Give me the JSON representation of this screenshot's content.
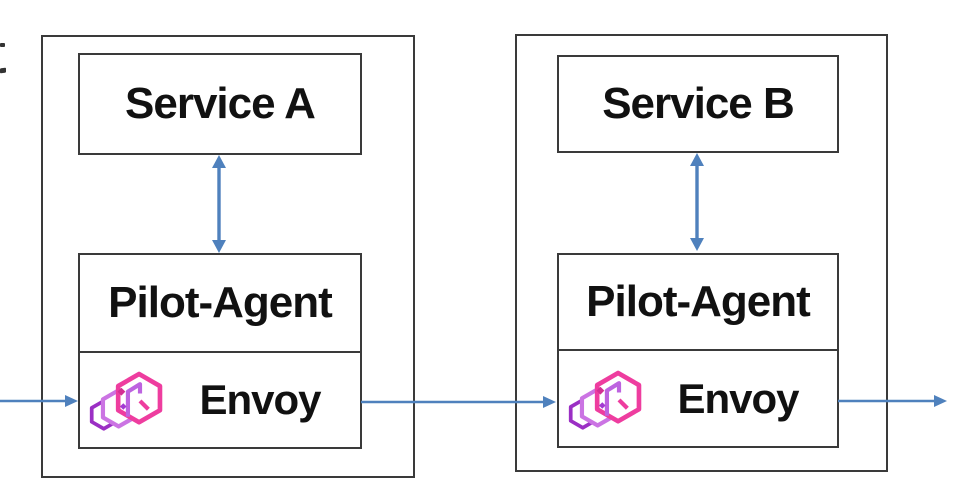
{
  "pods": [
    {
      "service_label": "Service A",
      "agent_label": "Pilot-Agent",
      "proxy_label": "Envoy"
    },
    {
      "service_label": "Service B",
      "agent_label": "Pilot-Agent",
      "proxy_label": "Envoy"
    }
  ],
  "icons": {
    "proxy_logo": "envoy-hexagons-logo"
  },
  "colors": {
    "background": "#ffffff",
    "border": "#3a3a3a",
    "text": "#111111",
    "arrow": "#4f81bd",
    "envoy_pink": "#ee3d9f",
    "envoy_orchid": "#cb74e3",
    "envoy_purple": "#9b2fc4"
  }
}
